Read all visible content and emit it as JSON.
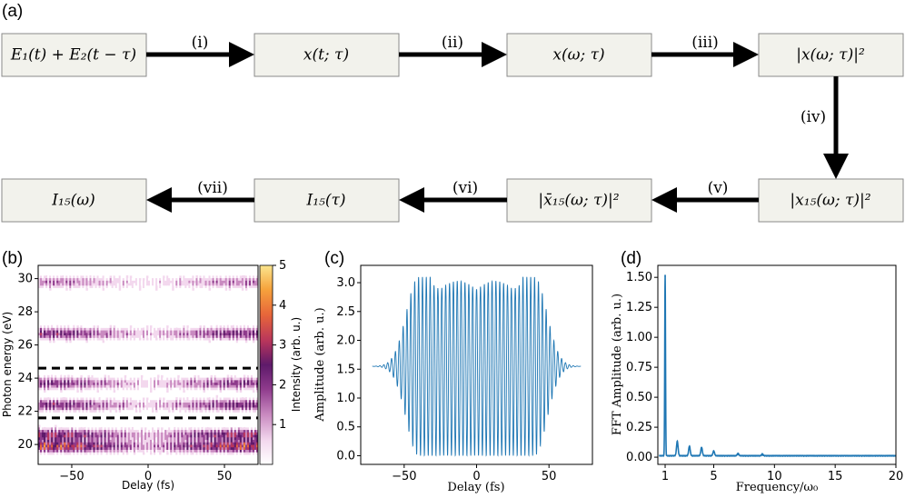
{
  "diagram": {
    "panel_label": "(a)",
    "boxes": [
      {
        "id": "e-sum",
        "label": "E₁(t) + E₂(t − τ)"
      },
      {
        "id": "x-t",
        "label": "x(t; τ)"
      },
      {
        "id": "x-w",
        "label": "x(ω; τ)"
      },
      {
        "id": "abs-x",
        "label": "|x(ω; τ)|²"
      },
      {
        "id": "abs-x15",
        "label": "|x₁₅(ω; τ)|²"
      },
      {
        "id": "abs-xbar15",
        "label": "|x̄₁₅(ω; τ)|²"
      },
      {
        "id": "i15-tau",
        "label": "I₁₅(τ)"
      },
      {
        "id": "i15-w",
        "label": "I₁₅(ω)"
      }
    ],
    "steps": [
      "(i)",
      "(ii)",
      "(iii)",
      "(iv)",
      "(v)",
      "(vi)",
      "(vii)"
    ]
  },
  "chart_data": [
    {
      "panel_label": "(b)",
      "type": "heatmap",
      "xlabel": "Delay (fs)",
      "ylabel": "Photon energy (eV)",
      "xlim": [
        -72,
        72
      ],
      "ylim": [
        18.8,
        30.8
      ],
      "xticks": [
        "−50",
        "0",
        "50"
      ],
      "yticks": [
        "20",
        "22",
        "24",
        "26",
        "28",
        "30"
      ],
      "colorbar": {
        "label": "Intensity (arb. u.)",
        "range": [
          0,
          5
        ],
        "ticks": [
          "1",
          "2",
          "3",
          "4",
          "5"
        ]
      },
      "dashed_lines_eV": [
        21.6,
        24.6
      ],
      "colormap": [
        "#ffffff",
        "#f3d8ee",
        "#c98ac0",
        "#8e3a8c",
        "#5e1a6a",
        "#b8355c",
        "#e7653a",
        "#f6a33c",
        "#fbe58e"
      ],
      "bands": [
        {
          "center": 19.9,
          "level": 0.85
        },
        {
          "center": 20.6,
          "level": 0.7
        },
        {
          "center": 22.4,
          "level": 0.6
        },
        {
          "center": 23.7,
          "level": 0.55
        },
        {
          "center": 26.7,
          "level": 0.6
        },
        {
          "center": 29.8,
          "level": 0.4
        }
      ]
    },
    {
      "panel_label": "(c)",
      "type": "line",
      "xlabel": "Delay (fs)",
      "ylabel": "Amplitude (arb. u.)",
      "xlim": [
        -80,
        80
      ],
      "ylim": [
        -0.15,
        3.3
      ],
      "xticks": [
        "−50",
        "0",
        "50"
      ],
      "yticks": [
        "0.0",
        "0.5",
        "1.0",
        "1.5",
        "2.0",
        "2.5",
        "3.0"
      ],
      "color": "#1f77b4",
      "mean_level": 1.55,
      "peak_amplitude": 1.55,
      "envelope_halfwidth_fs": 40,
      "envelope_sigma_fs": 12,
      "oscillation_period_fs": 2.67,
      "flat_top_max": 3.05,
      "delay_range_fs": [
        -72,
        72
      ]
    },
    {
      "panel_label": "(d)",
      "type": "line",
      "xlabel": "Frequency/ω₀",
      "ylabel": "FFT Amplitude (arb. u.)",
      "xlim": [
        0.4,
        20
      ],
      "ylim": [
        -0.06,
        1.6
      ],
      "xticks": [
        "1",
        "5",
        "10",
        "15",
        "20"
      ],
      "yticks": [
        "0.00",
        "0.25",
        "0.50",
        "0.75",
        "1.00",
        "1.25",
        "1.50"
      ],
      "color": "#1f77b4",
      "peaks": [
        {
          "x": 1,
          "y": 1.51
        },
        {
          "x": 2,
          "y": 0.12
        },
        {
          "x": 3,
          "y": 0.08
        },
        {
          "x": 4,
          "y": 0.07
        },
        {
          "x": 5,
          "y": 0.04
        },
        {
          "x": 7,
          "y": 0.02
        },
        {
          "x": 9,
          "y": 0.015
        }
      ],
      "baseline": 0.01
    }
  ]
}
